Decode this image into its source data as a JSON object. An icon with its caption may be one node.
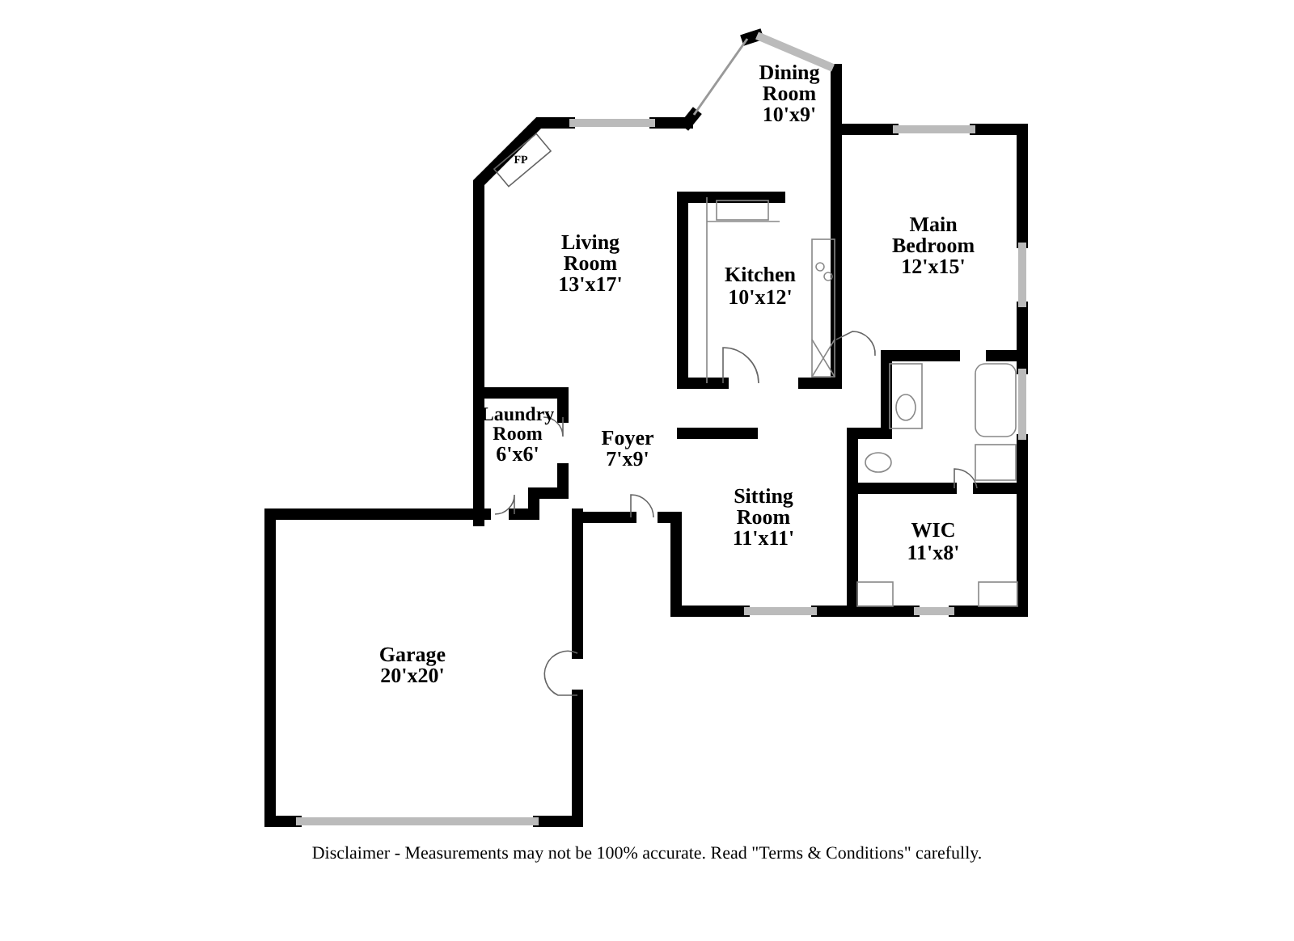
{
  "diagram": {
    "caption": "Disclaimer - Measurements may not be 100% accurate. Read \"Terms & Conditions\" carefully.",
    "labels": [
      "Dining Room",
      "10'x9'",
      "FP",
      "Main Bedroom",
      "12'x15'",
      "Living Room",
      "13'x17'",
      "Kitchen",
      "10'x12'",
      "Laundry Room",
      "6'x6'",
      "Foyer",
      "7'x9'",
      "Sitting Room",
      "11'x11'",
      "WIC",
      "11'x8'",
      "Garage",
      "20'x20'"
    ]
  }
}
